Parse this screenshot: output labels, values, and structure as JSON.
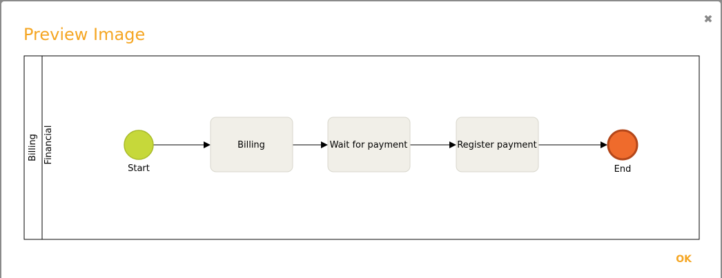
{
  "dialog": {
    "title": "Preview Image",
    "close_icon": "close-icon",
    "ok_label": "OK"
  },
  "diagram": {
    "pool_label": "Billing",
    "lane_label": "Financial",
    "start_label": "Start",
    "end_label": "End",
    "tasks": [
      "Billing",
      "Wait for payment",
      "Register payment"
    ],
    "colors": {
      "start_fill": "#c6d83a",
      "end_fill": "#ef6b2c",
      "task_fill": "#f1efe8",
      "accent": "#f5a623"
    }
  }
}
